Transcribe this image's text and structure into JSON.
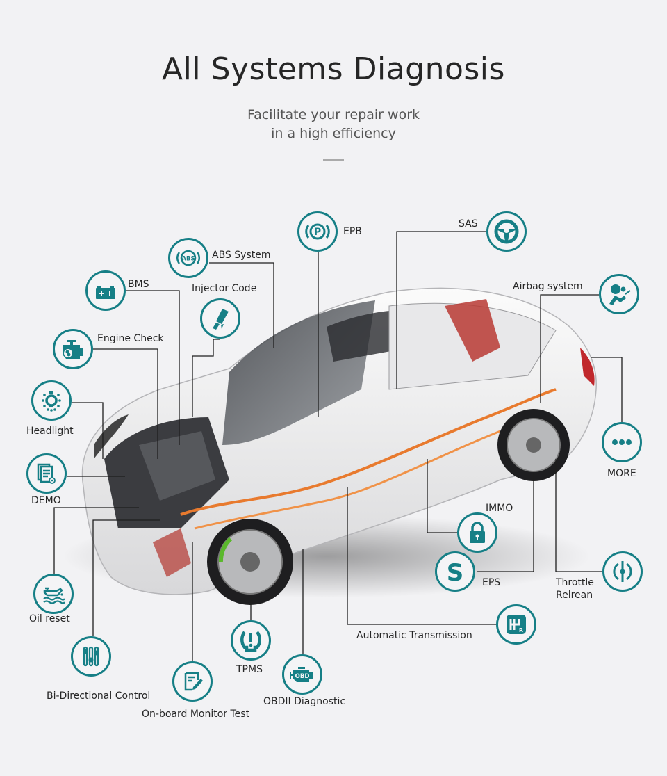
{
  "header": {
    "title": "All Systems Diagnosis",
    "subtitle_line1": "Facilitate your repair work",
    "subtitle_line2": "in a high efficiency"
  },
  "colors": {
    "accent": "#167f86",
    "background": "#f2f2f4",
    "line": "#1e1e1e"
  },
  "features": {
    "epb": {
      "label": "EPB",
      "icon": "parking-brake-icon"
    },
    "sas": {
      "label": "SAS",
      "icon": "steering-wheel-icon"
    },
    "abs": {
      "label": "ABS System",
      "icon": "abs-icon",
      "badge": "ABS"
    },
    "bms": {
      "label": "BMS",
      "icon": "battery-icon"
    },
    "injector": {
      "label": "Injector Code",
      "icon": "injector-icon"
    },
    "airbag": {
      "label": "Airbag system",
      "icon": "airbag-icon"
    },
    "engine": {
      "label": "Engine Check",
      "icon": "engine-icon"
    },
    "headlight": {
      "label": "Headlight",
      "icon": "headlight-icon"
    },
    "demo": {
      "label": "DEMO",
      "icon": "document-gear-icon"
    },
    "more": {
      "label": "MORE",
      "icon": "more-icon"
    },
    "immo": {
      "label": "IMMO",
      "icon": "lock-icon"
    },
    "eps": {
      "label": "EPS",
      "icon": "eps-icon",
      "glyph": "S"
    },
    "throttle": {
      "label_line1": "Throttle",
      "label_line2": "Relrean",
      "icon": "throttle-icon"
    },
    "oil": {
      "label": "Oil reset",
      "icon": "oil-can-icon"
    },
    "bidirectional": {
      "label": "Bi-Directional Control",
      "icon": "sliders-icon"
    },
    "onboard": {
      "label": "On-board Monitor Test",
      "icon": "edit-document-icon"
    },
    "tpms": {
      "label": "TPMS",
      "icon": "tire-pressure-icon"
    },
    "obd": {
      "label": "OBDII Diagnostic",
      "icon": "obd-engine-icon",
      "badge": "OBD"
    },
    "transmission": {
      "label": "Automatic Transmission",
      "icon": "gear-shift-icon",
      "badge": "R"
    }
  }
}
